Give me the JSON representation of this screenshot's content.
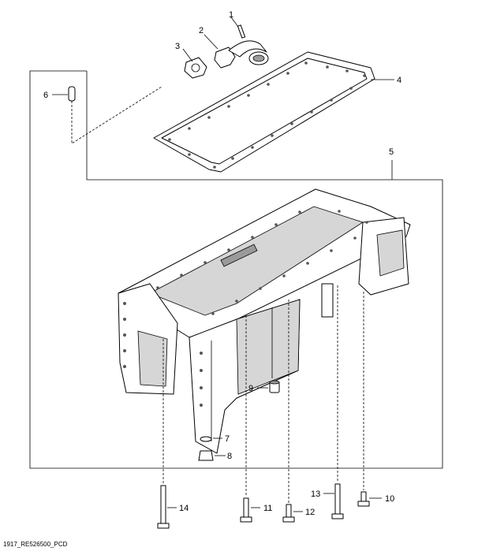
{
  "figure_id": "1917_RE526500_PCD",
  "callouts": {
    "c1": "1",
    "c2": "2",
    "c3": "3",
    "c4": "4",
    "c5": "5",
    "c6": "6",
    "c7": "7",
    "c8": "8",
    "c9": "9",
    "c10": "10",
    "c11": "11",
    "c12": "12",
    "c13": "13",
    "c14": "14"
  }
}
